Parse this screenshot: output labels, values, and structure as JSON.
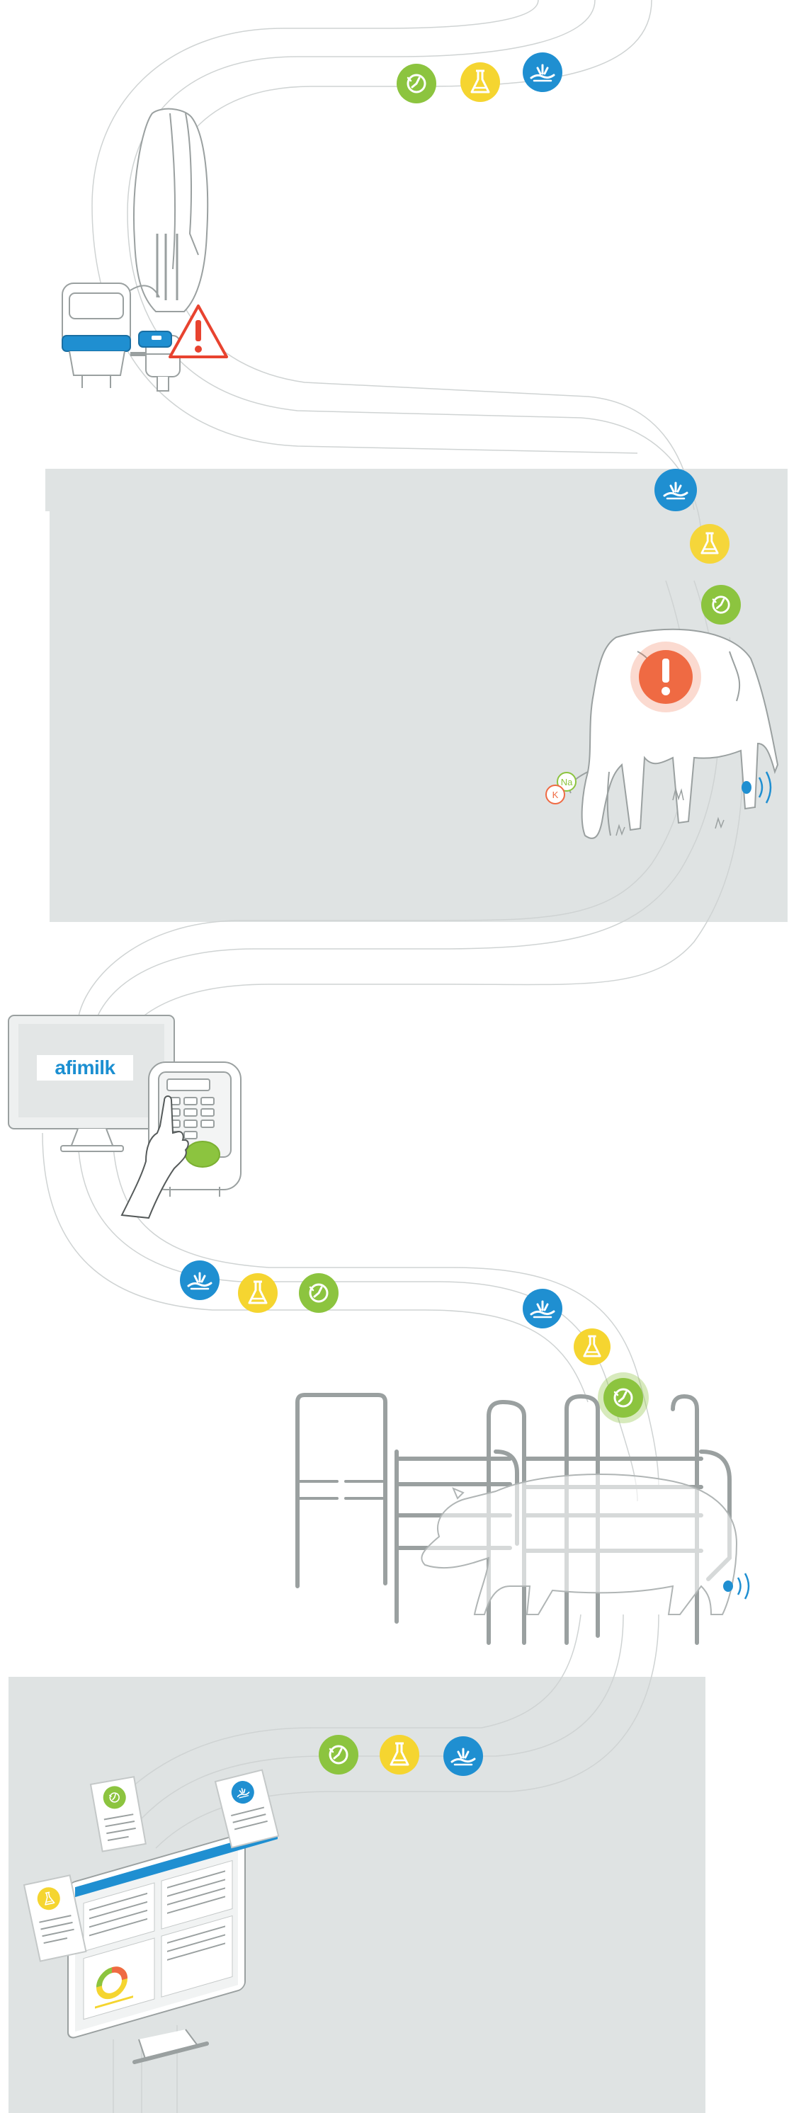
{
  "brand": {
    "name": "afimilk",
    "color": "#1b8fd1"
  },
  "colors": {
    "panel_gray": "#dfe3e3",
    "line_gray": "#cfd3d3",
    "sketch": "#9aa0a0",
    "green": "#8cc43f",
    "yellow": "#f5d530",
    "blue": "#1f8fd1",
    "alert_red": "#e8432f",
    "alert_orange": "#ef6a43"
  },
  "icons": {
    "activity": "activity-icon",
    "lab": "lab-flask-icon",
    "milk": "milk-splash-icon"
  },
  "minerals": {
    "k": "K",
    "na": "Na"
  },
  "alerts": {
    "mark": "!"
  }
}
